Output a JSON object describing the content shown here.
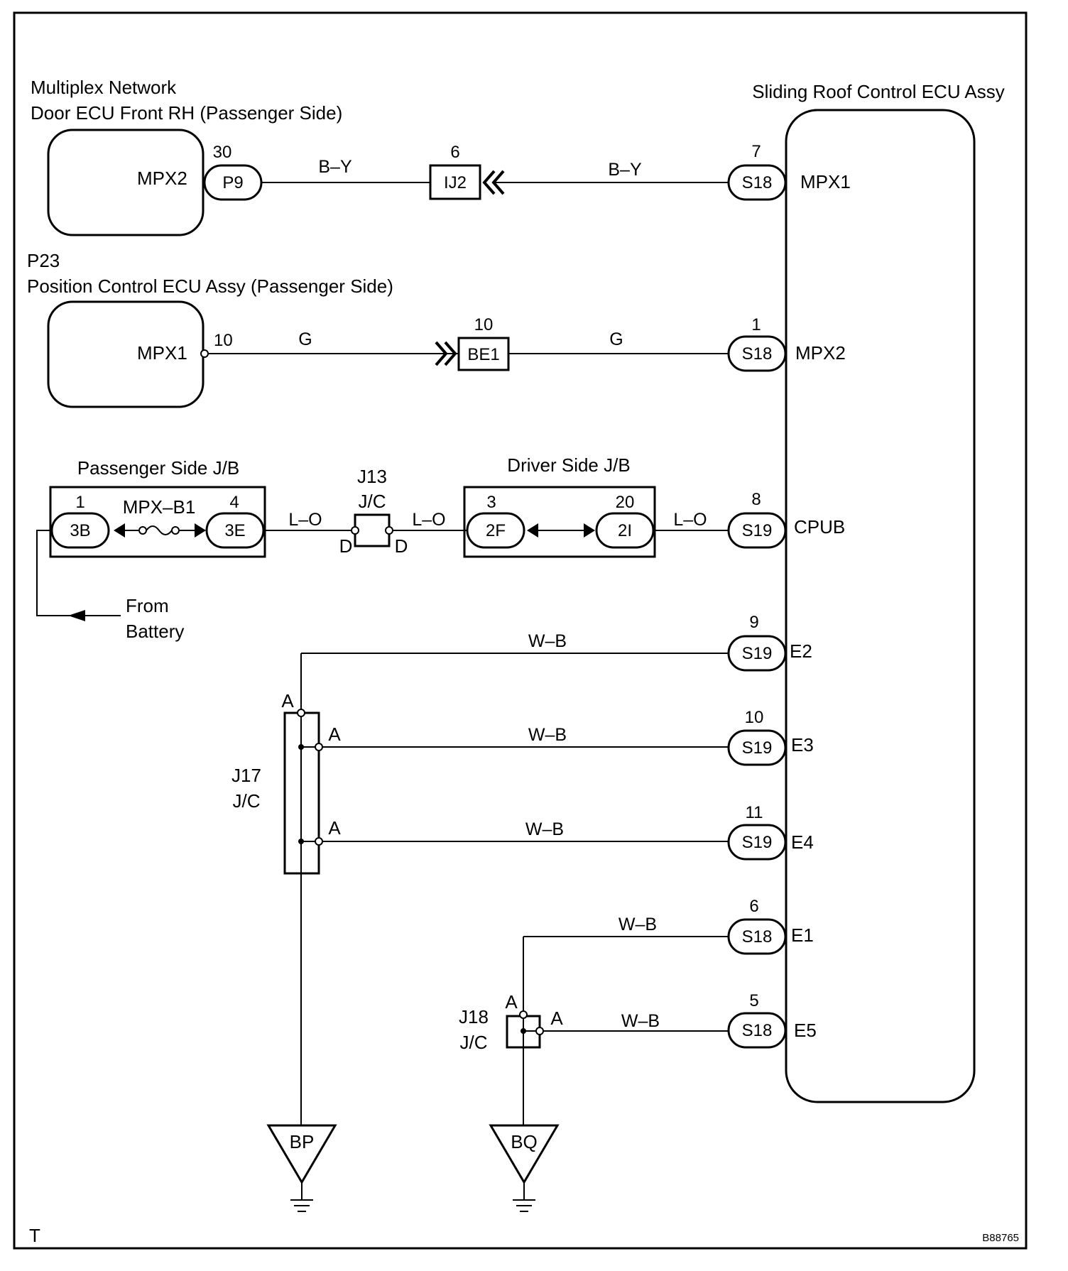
{
  "corner": "T",
  "figure_id": "B88765",
  "door_ecu": {
    "title_line1": "Multiplex Network",
    "title_line2": "Door ECU Front RH (Passenger Side)",
    "terminal": "MPX2",
    "pin": "30",
    "connector": "P9",
    "wire1": "B–Y",
    "junction_pin": "6",
    "junction": "IJ2",
    "wire2": "B–Y"
  },
  "position_ecu": {
    "code": "P23",
    "title": "Position Control ECU Assy (Passenger Side)",
    "terminal": "MPX1",
    "pin": "10",
    "wire1": "G",
    "junction_pin": "10",
    "junction": "BE1",
    "wire2": "G"
  },
  "power": {
    "passenger_jb": "Passenger Side J/B",
    "pjb_pin_left": "1",
    "pjb_conn_left": "3B",
    "fuse": "MPX–B1",
    "pjb_pin_right": "4",
    "pjb_conn_right": "3E",
    "wire1": "L–O",
    "j13_code": "J13",
    "j13_type": "J/C",
    "j13_left": "D",
    "j13_right": "D",
    "wire2": "L–O",
    "driver_jb": "Driver Side J/B",
    "djb_pin_left": "3",
    "djb_conn_left": "2F",
    "djb_pin_right": "20",
    "djb_conn_right": "2I",
    "wire3": "L–O",
    "from_line1": "From",
    "from_line2": "Battery"
  },
  "sliding_ecu": {
    "title": "Sliding Roof Control ECU Assy",
    "terminals": [
      {
        "pin": "7",
        "connector": "S18",
        "name": "MPX1"
      },
      {
        "pin": "1",
        "connector": "S18",
        "name": "MPX2"
      },
      {
        "pin": "8",
        "connector": "S19",
        "name": "CPUB"
      },
      {
        "pin": "9",
        "connector": "S19",
        "name": "E2"
      },
      {
        "pin": "10",
        "connector": "S19",
        "name": "E3"
      },
      {
        "pin": "11",
        "connector": "S19",
        "name": "E4"
      },
      {
        "pin": "6",
        "connector": "S18",
        "name": "E1"
      },
      {
        "pin": "5",
        "connector": "S18",
        "name": "E5"
      }
    ]
  },
  "ground": {
    "wires": [
      "W–B",
      "W–B",
      "W–B",
      "W–B",
      "W–B"
    ],
    "j17_code": "J17",
    "j17_type": "J/C",
    "j17_pins": [
      "A",
      "A",
      "A"
    ],
    "j18_code": "J18",
    "j18_type": "J/C",
    "j18_pins": [
      "A",
      "A"
    ],
    "ground_left": "BP",
    "ground_right": "BQ"
  }
}
